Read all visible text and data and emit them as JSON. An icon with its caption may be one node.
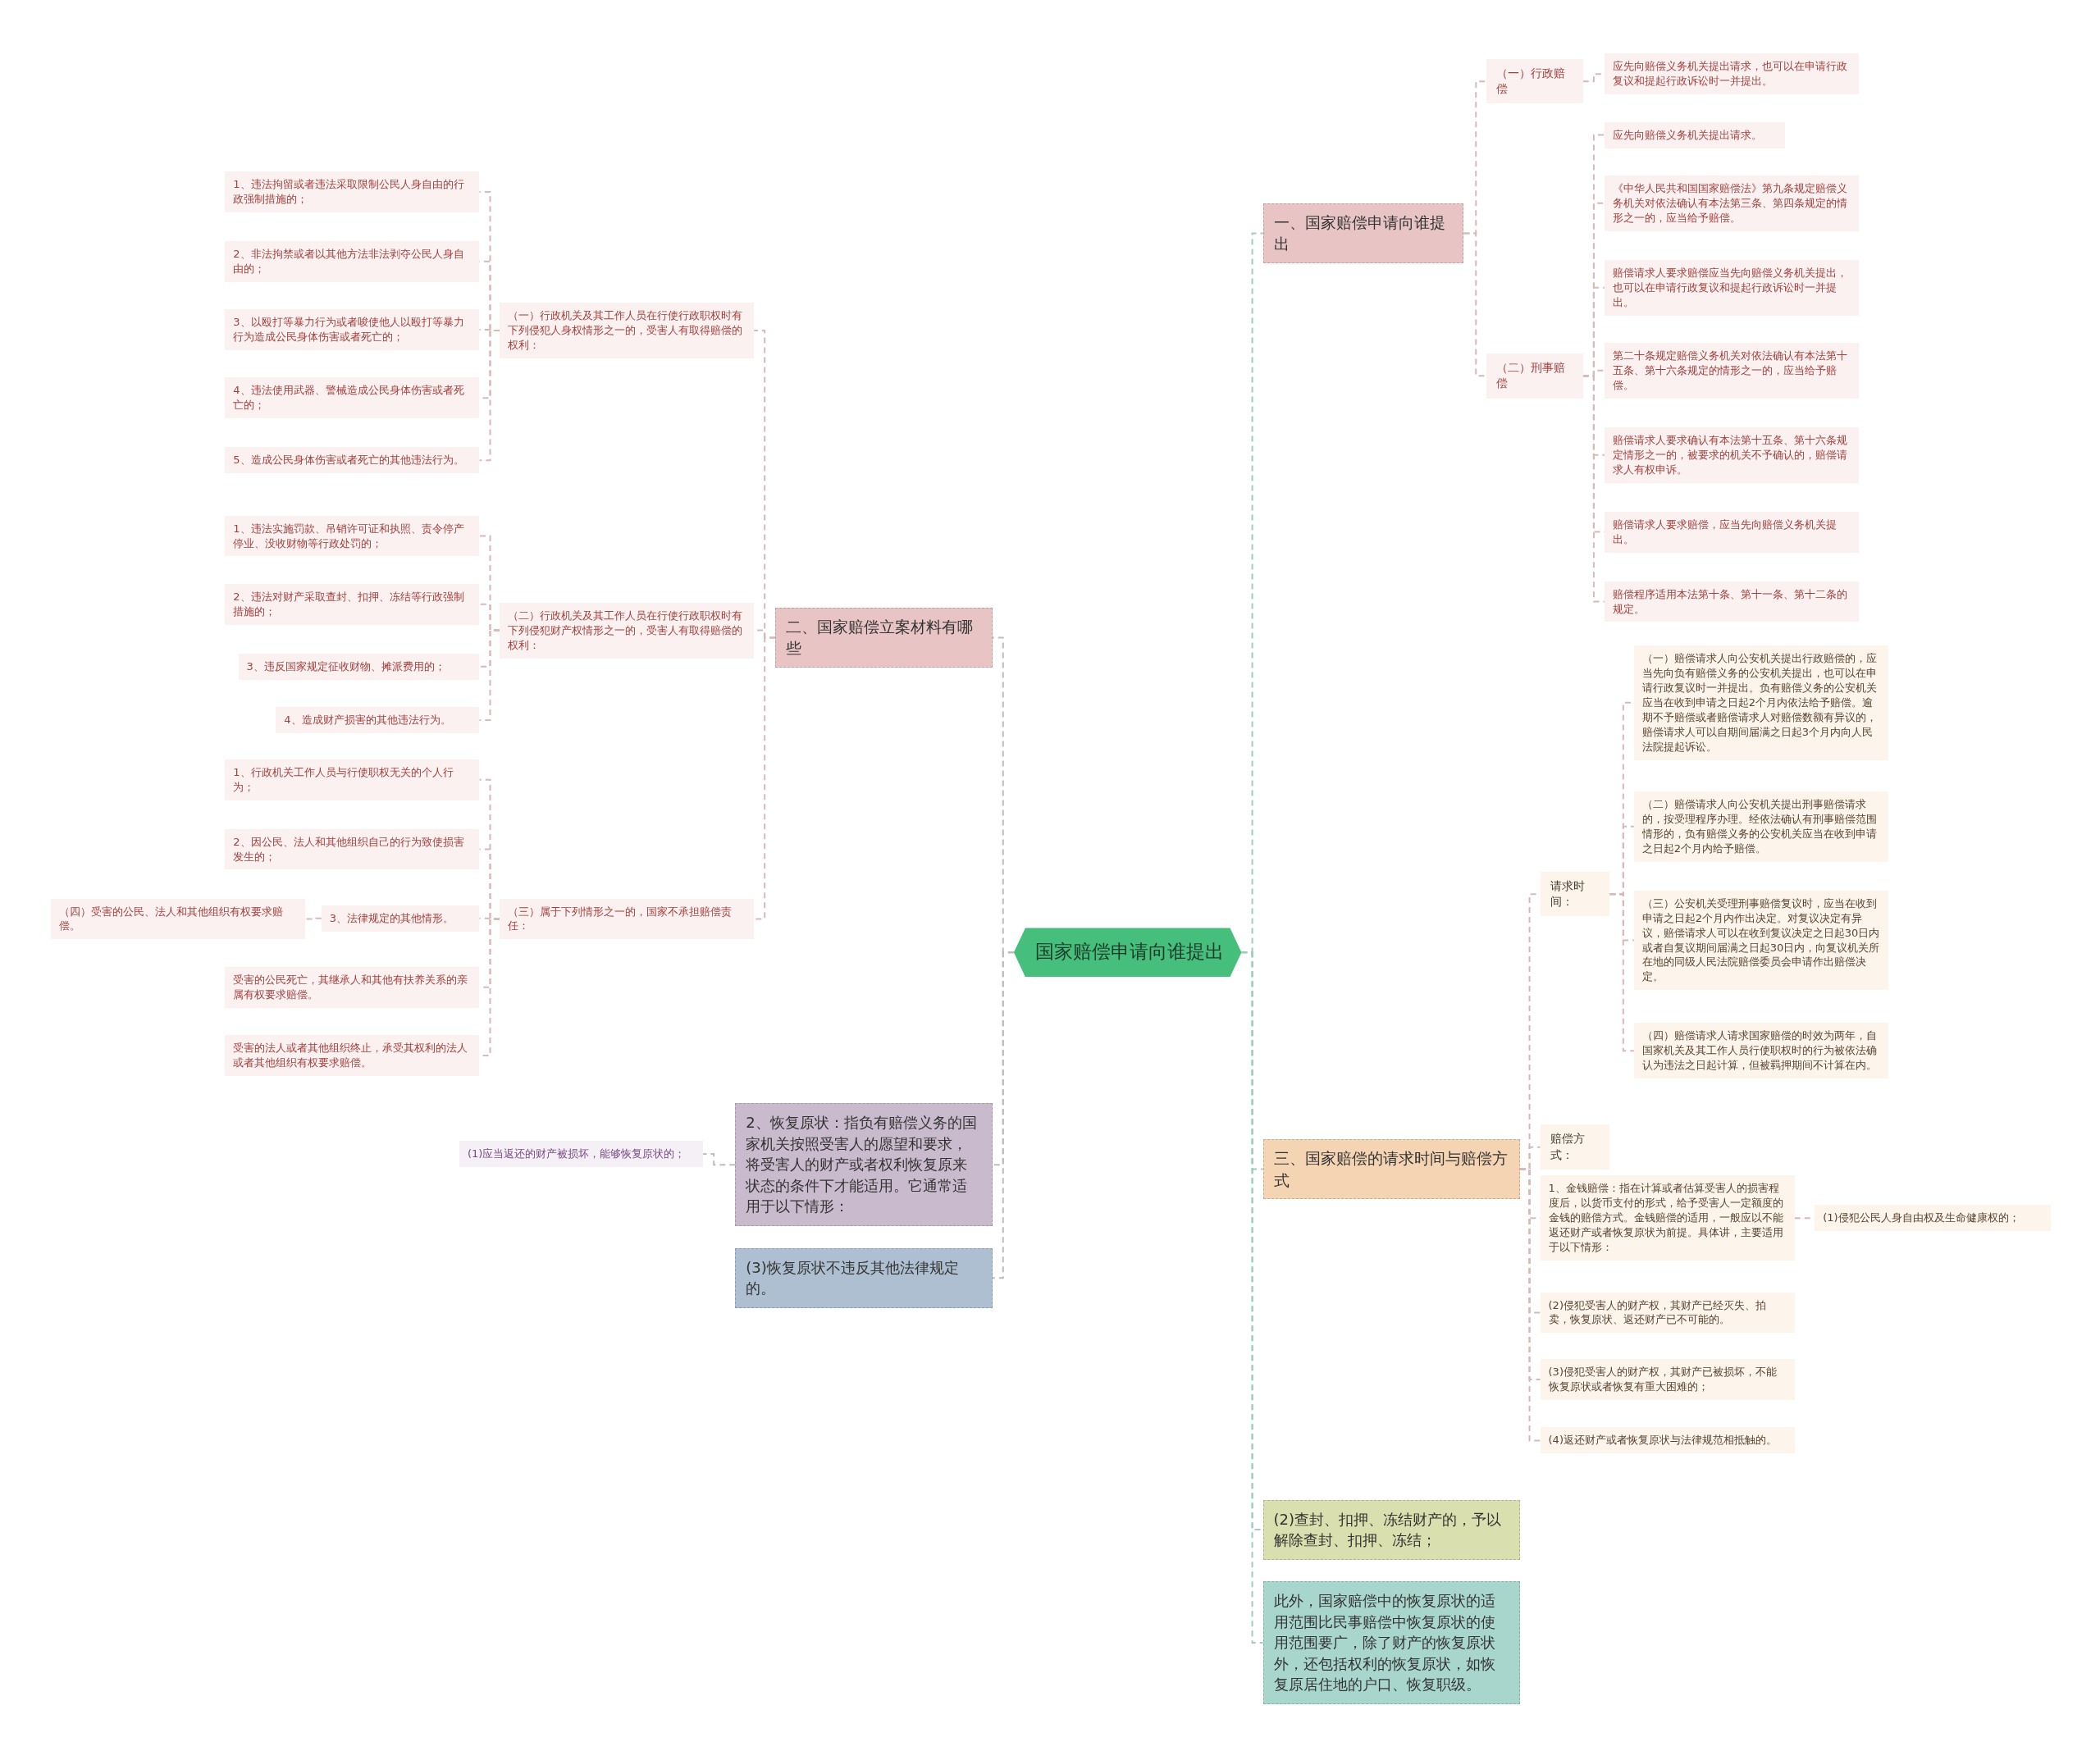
{
  "diagram": {
    "nodes": [
      {
        "text": [
          "国家赔偿申请向谁提出"
        ]
      },
      {
        "text": [
          "一、国家赔偿申请向谁提出"
        ]
      },
      {
        "text": [
          "（一）行政赔偿"
        ]
      },
      {
        "text": [
          "应先向赔偿义务机关提出请求，也可以在申请行政复议和提起行政诉讼时一并提出。"
        ]
      },
      {
        "text": [
          "（二）刑事赔偿"
        ]
      },
      {
        "text": [
          "应先向赔偿义务机关提出请求。"
        ]
      },
      {
        "text": [
          "《中华人民共和国国家赔偿法》第九条规定赔偿义务机关对依法确认有本法第三条、第四条规定的情形之一的，应当给予赔偿。"
        ]
      },
      {
        "text": [
          "赔偿请求人要求赔偿应当先向赔偿义务机关提出，也可以在申请行政复议和提起行政诉讼时一并提出。"
        ]
      },
      {
        "text": [
          "第二十条规定赔偿义务机关对依法确认有本法第十五条、第十六条规定的情形之一的，应当给予赔偿。"
        ]
      },
      {
        "text": [
          "赔偿请求人要求确认有本法第十五条、第十六条规定情形之一的，被要求的机关不予确认的，赔偿请求人有权申诉。"
        ]
      },
      {
        "text": [
          "赔偿请求人要求赔偿，应当先向赔偿义务机关提出。"
        ]
      },
      {
        "text": [
          "赔偿程序适用本法第十条、第十一条、第十二条的规定。"
        ]
      },
      {
        "text": [
          "三、国家赔偿的请求时间与赔偿方式"
        ]
      },
      {
        "text": [
          "请求时间："
        ]
      },
      {
        "text": [
          "（一）赔偿请求人向公安机关提出行政赔偿的，应当先向负有赔偿义务的公安机关提出，也可以在申请行政复议时一并提出。负有赔偿义务的公安机关应当在收到申请之日起2个月内依法给予赔偿。逾期不予赔偿或者赔偿请求人对赔偿数额有异议的，赔偿请求人可以自期间届满之日起3个月内向人民法院提起诉讼。"
        ]
      },
      {
        "text": [
          "（二）赔偿请求人向公安机关提出刑事赔偿请求的，按受理程序办理。经依法确认有刑事赔偿范围情形的，负有赔偿义务的公安机关应当在收到申请之日起2个月内给予赔偿。"
        ]
      },
      {
        "text": [
          "（三）公安机关受理刑事赔偿复议时，应当在收到申请之日起2个月内作出决定。对复议决定有异议，赔偿请求人可以在收到复议决定之日起30日内或者自复议期间届满之日起30日内，向复议机关所在地的同级人民法院赔偿委员会申请作出赔偿决定。"
        ]
      },
      {
        "text": [
          "（四）赔偿请求人请求国家赔偿的时效为两年，自国家机关及其工作人员行使职权时的行为被依法确认为违法之日起计算，但被羁押期间不计算在内。"
        ]
      },
      {
        "text": [
          "赔偿方式："
        ]
      },
      {
        "text": [
          "1、金钱赔偿：指在计算或者估算受害人的损害程度后，以货币支付的形式，给予受害人一定额度的金钱的赔偿方式。金钱赔偿的适用，一般应以不能返还财产或者恢复原状为前提。具体讲，主要适用于以下情形："
        ]
      },
      {
        "text": [
          "(1)侵犯公民人身自由权及生命健康权的；"
        ]
      },
      {
        "text": [
          "(2)侵犯受害人的财产权，其财产已经灭失、拍卖，恢复原状、返还财产已不可能的。"
        ]
      },
      {
        "text": [
          "(3)侵犯受害人的财产权，其财产已被损坏，不能恢复原状或者恢复有重大困难的；"
        ]
      },
      {
        "text": [
          "(4)返还财产或者恢复原状与法律规范相抵触的。"
        ]
      },
      {
        "text": [
          "(2)查封、扣押、冻结财产的，予以解除查封、扣押、冻结；"
        ]
      },
      {
        "text": [
          "此外，国家赔偿中的恢复原状的适用范围比民事赔偿中恢复原状的使用范围要广，除了财产的恢复原状外，还包括权利的恢复原状，如恢复原居住地的户口、恢复职级。"
        ]
      },
      {
        "text": [
          "二、国家赔偿立案材料有哪些"
        ]
      },
      {
        "text": [
          "（一）行政机关及其工作人员在行使行政职权时有下列侵犯人身权情形之一的，受害人有取得赔偿的权利："
        ]
      },
      {
        "text": [
          "1、违法拘留或者违法采取限制公民人身自由的行政强制措施的；"
        ]
      },
      {
        "text": [
          "2、非法拘禁或者以其他方法非法剥夺公民人身自由的；"
        ]
      },
      {
        "text": [
          "3、以殴打等暴力行为或者唆使他人以殴打等暴力行为造成公民身体伤害或者死亡的；"
        ]
      },
      {
        "text": [
          "4、违法使用武器、警械造成公民身体伤害或者死亡的；"
        ]
      },
      {
        "text": [
          "5、造成公民身体伤害或者死亡的其他违法行为。"
        ]
      },
      {
        "text": [
          "（二）行政机关及其工作人员在行使行政职权时有下列侵犯财产权情形之一的，受害人有取得赔偿的权利："
        ]
      },
      {
        "text": [
          "1、违法实施罚款、吊销许可证和执照、责令停产停业、没收财物等行政处罚的；"
        ]
      },
      {
        "text": [
          "2、违法对财产采取查封、扣押、冻结等行政强制措施的；"
        ]
      },
      {
        "text": [
          "3、违反国家规定征收财物、摊派费用的；"
        ]
      },
      {
        "text": [
          "4、造成财产损害的其他违法行为。"
        ]
      },
      {
        "text": [
          "（三）属于下列情形之一的，国家不承担赔偿责任："
        ]
      },
      {
        "text": [
          "1、行政机关工作人员与行使职权无关的个人行为；"
        ]
      },
      {
        "text": [
          "2、因公民、法人和其他组织自己的行为致使损害发生的；"
        ]
      },
      {
        "text": [
          "3、法律规定的其他情形。"
        ]
      },
      {
        "text": [
          "（四）受害的公民、法人和其他组织有权要求赔偿。"
        ]
      },
      {
        "text": [
          "受害的公民死亡，其继承人和其他有扶养关系的亲属有权要求赔偿。"
        ]
      },
      {
        "text": [
          "受害的法人或者其他组织终止，承受其权利的法人或者其他组织有权要求赔偿。"
        ]
      },
      {
        "text": [
          "2、恢复原状：指负有赔偿义务的国家机关按照受害人的愿望和要求，将受害人的财产或者权利恢复原来状态的条件下才能适用。它通常适用于以下情形："
        ]
      },
      {
        "text": [
          "(1)应当返还的财产被损坏，能够恢复原状的；"
        ]
      },
      {
        "text": [
          "(3)恢复原状不违反其他法律规定的。"
        ]
      }
    ],
    "edges": [
      {
        "from": 0,
        "to": 1,
        "arrow": "none",
        "color": "#9fcdbd"
      },
      {
        "from": 1,
        "to": 2,
        "arrow": "none"
      },
      {
        "from": 2,
        "to": 3,
        "arrow": "none"
      },
      {
        "from": 1,
        "to": 4,
        "arrow": "none"
      },
      {
        "from": 4,
        "to": 5,
        "arrow": "none"
      },
      {
        "from": 4,
        "to": 6,
        "arrow": "none"
      },
      {
        "from": 4,
        "to": 7,
        "arrow": "none"
      },
      {
        "from": 4,
        "to": 8,
        "arrow": "none"
      },
      {
        "from": 4,
        "to": 9,
        "arrow": "none"
      },
      {
        "from": 4,
        "to": 10,
        "arrow": "none"
      },
      {
        "from": 4,
        "to": 11,
        "arrow": "none"
      },
      {
        "from": 0,
        "to": 12,
        "arrow": "none",
        "color": "#9fcdbd"
      },
      {
        "from": 12,
        "to": 13,
        "arrow": "none"
      },
      {
        "from": 13,
        "to": 14,
        "arrow": "none"
      },
      {
        "from": 13,
        "to": 15,
        "arrow": "none"
      },
      {
        "from": 13,
        "to": 16,
        "arrow": "none"
      },
      {
        "from": 13,
        "to": 17,
        "arrow": "none"
      },
      {
        "from": 12,
        "to": 18,
        "arrow": "none"
      },
      {
        "from": 12,
        "to": 19,
        "arrow": "none"
      },
      {
        "from": 19,
        "to": 20,
        "arrow": "none"
      },
      {
        "from": 12,
        "to": 21,
        "arrow": "none"
      },
      {
        "from": 12,
        "to": 22,
        "arrow": "none"
      },
      {
        "from": 12,
        "to": 23,
        "arrow": "none"
      },
      {
        "from": 0,
        "to": 24,
        "arrow": "none",
        "color": "#9fcdbd"
      },
      {
        "from": 0,
        "to": 25,
        "arrow": "none",
        "color": "#9fcdbd"
      },
      {
        "from": 0,
        "to": 26,
        "arrow": "none",
        "color": "#bdbdbd"
      },
      {
        "from": 26,
        "to": 27,
        "arrow": "none"
      },
      {
        "from": 27,
        "to": 28,
        "arrow": "none"
      },
      {
        "from": 27,
        "to": 29,
        "arrow": "none"
      },
      {
        "from": 27,
        "to": 30,
        "arrow": "none"
      },
      {
        "from": 27,
        "to": 31,
        "arrow": "none"
      },
      {
        "from": 27,
        "to": 32,
        "arrow": "none"
      },
      {
        "from": 26,
        "to": 33,
        "arrow": "none"
      },
      {
        "from": 33,
        "to": 34,
        "arrow": "none"
      },
      {
        "from": 33,
        "to": 35,
        "arrow": "none"
      },
      {
        "from": 33,
        "to": 36,
        "arrow": "none"
      },
      {
        "from": 33,
        "to": 37,
        "arrow": "none"
      },
      {
        "from": 26,
        "to": 38,
        "arrow": "none"
      },
      {
        "from": 38,
        "to": 39,
        "arrow": "none"
      },
      {
        "from": 38,
        "to": 40,
        "arrow": "none"
      },
      {
        "from": 38,
        "to": 41,
        "arrow": "none"
      },
      {
        "from": 41,
        "to": 42,
        "arrow": "none"
      },
      {
        "from": 38,
        "to": 43,
        "arrow": "none"
      },
      {
        "from": 38,
        "to": 44,
        "arrow": "none"
      },
      {
        "from": 0,
        "to": 45,
        "arrow": "none",
        "color": "#bdbdbd"
      },
      {
        "from": 45,
        "to": 46,
        "arrow": "none",
        "color": "#bdbdbd"
      },
      {
        "from": 0,
        "to": 47,
        "arrow": "none",
        "color": "#bdbdbd"
      }
    ]
  }
}
